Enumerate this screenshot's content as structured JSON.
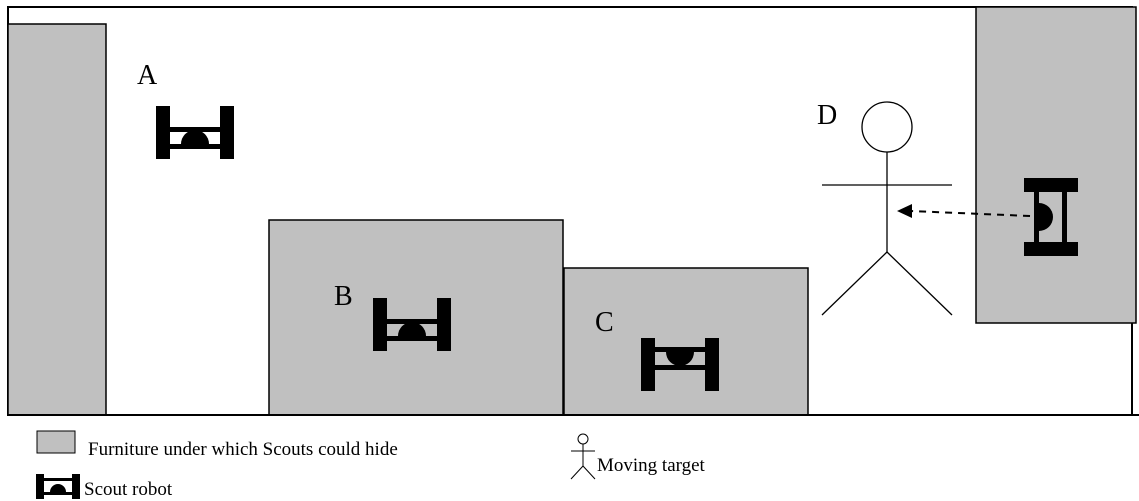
{
  "colors": {
    "furniture_fill": "#c0c0c0",
    "outline": "#000000",
    "background": "#ffffff"
  },
  "labels": {
    "a": "A",
    "b": "B",
    "c": "C",
    "d": "D"
  },
  "legend": {
    "furniture": "Furniture under which Scouts could hide",
    "moving_target": "Moving target",
    "scout_robot": "Scout robot"
  },
  "icons": {
    "robot": "scout-robot-icon",
    "person": "stick-figure-icon",
    "arrow": "dashed-arrow-icon"
  }
}
